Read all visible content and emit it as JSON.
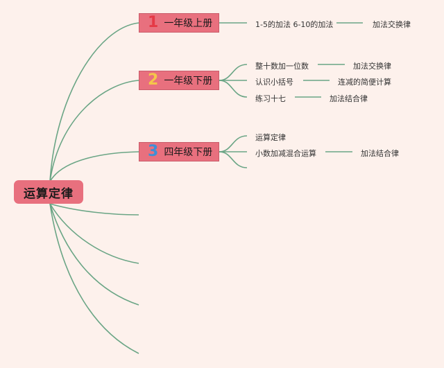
{
  "colors": {
    "background": "#fdf1ec",
    "node_fill": "#e8707e",
    "line": "#6aa585",
    "num_1": "#e53946",
    "num_2": "#f5c64a",
    "num_3": "#3f8fd6"
  },
  "root": {
    "label": "运算定律"
  },
  "branches": [
    {
      "num": "1",
      "label": "一年级上册"
    },
    {
      "num": "2",
      "label": "一年级下册"
    },
    {
      "num": "3",
      "label": "四年级下册"
    }
  ],
  "leaves": {
    "b1": [
      "1-5的加法 6-10的加法",
      "加法交换律"
    ],
    "b2": [
      "整十数加一位数",
      "加法交换律",
      "认识小括号",
      "连减的简便计算",
      "练习十七",
      "加法结合律"
    ],
    "b3": [
      "运算定律",
      "小数加减混合运算",
      "加法结合律"
    ]
  }
}
